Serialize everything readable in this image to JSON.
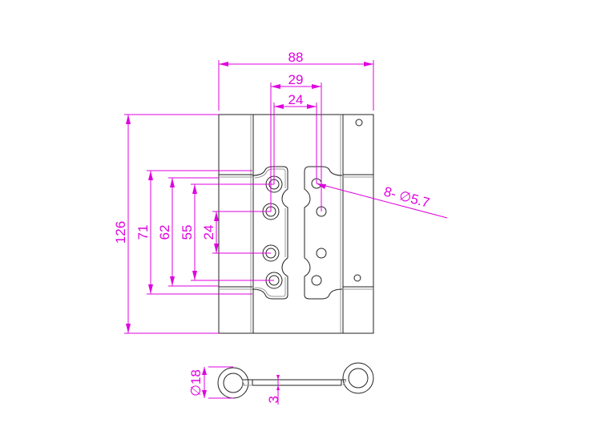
{
  "drawing": {
    "colors": {
      "outline": "#222222",
      "dimension": "#e000e0"
    },
    "dimensions": {
      "width_total": "88",
      "hole_spacing_outer": "29",
      "hole_spacing_inner": "24",
      "height_total": "126",
      "plate_height": "71",
      "hole_span_outer": "62",
      "hole_span_inner": "55",
      "hole_pitch": "24",
      "hole_callout": "8- ∅5.7",
      "knuckle_diameter": "∅18",
      "thickness": "3"
    }
  }
}
